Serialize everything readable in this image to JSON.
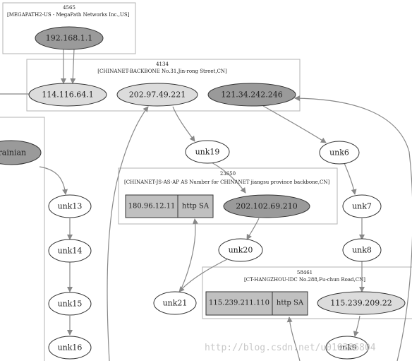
{
  "clusters": {
    "megapath": {
      "asn": "4565",
      "name": "[MEGAPATH2-US - MegaPath Networks Inc.,US]"
    },
    "chinanet_backbone": {
      "asn": "4134",
      "name": "[CHINANET-BACKBONE No.31,Jin-rong Street,CN]"
    },
    "chinanet_js": {
      "asn": "23650",
      "name": "[CHINANET-JS-AS-AP AS Number for CHINANET jiangsu province backbone,CN]"
    },
    "hangzhou": {
      "asn": "58461",
      "name": "[CT-HANGZHOU-IDC No.288,Fu-chun Road,CN]"
    }
  },
  "nodes": {
    "n192": "192.168.1.1",
    "n114": "114.116.64.1",
    "n202_97": "202.97.49.221",
    "n121": "121.34.242.246",
    "ukrainian": "krainian",
    "unk19": "unk19",
    "unk6": "unk6",
    "unk13": "unk13",
    "unk14": "unk14",
    "unk15": "unk15",
    "unk16": "unk16",
    "unk7": "unk7",
    "unk8": "unk8",
    "unk20": "unk20",
    "unk21": "unk21",
    "unk9": "unk9",
    "n180": "180.96.12.11",
    "n180_port": "http SA",
    "n202_102": "202.102.69.210",
    "n115_211": "115.239.211.110",
    "n115_211_port": "http SA",
    "n115_209": "115.239.209.22"
  },
  "watermark": "http://blog.csdn.net/u010386804"
}
